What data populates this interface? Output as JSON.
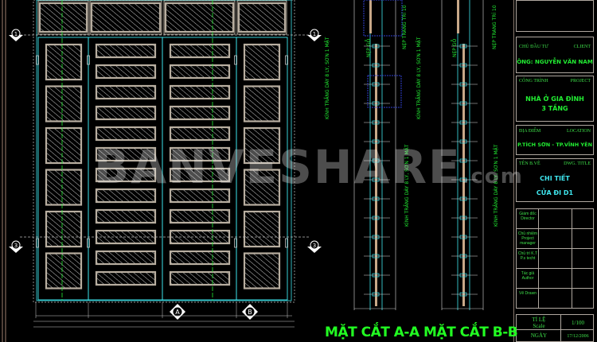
{
  "title_block": {
    "client_label_vn": "CHỦ ĐẦU TƯ",
    "client_label_en": "CLIENT",
    "client_value": "ÔNG: NGUYỄN VĂN NAM",
    "project_label_vn": "CÔNG TRÌNH",
    "project_label_en": "PROJECT",
    "project_value_line1": "NHÀ Ở GIA ĐÌNH",
    "project_value_line2": "3 TẦNG",
    "location_label_vn": "ĐỊA ĐIỂM",
    "location_label_en": "LOCATION",
    "location_value": "P.TÍCH SƠN - TP.VĨNH YÊN",
    "title_label_vn": "TÊN B.VẼ",
    "title_label_en": "DWG. TITLE",
    "title_value_line1": "CHI TIẾT",
    "title_value_line2": "CỬA ĐI D1",
    "signatures": [
      "Giám đốc Director",
      "Chủ nhiệm Project manager",
      "Chủ trì K.T P.s techt",
      "Tác giả Author",
      "Vẽ Drawn"
    ],
    "scale_label_vn": "TỈ LỆ",
    "scale_label_en": "Scale",
    "scale_value": "1/100",
    "date_label_vn": "NGÀY",
    "date_value": "17/12/2006"
  },
  "elevation": {
    "axis_markers": [
      "1",
      "1",
      "3",
      "3"
    ],
    "section_markers": [
      "A",
      "B"
    ]
  },
  "sections": {
    "a_title": "MẶT CẮT A-A",
    "b_title": "MẶT CẮT B-B",
    "notes": [
      "KÍNH TRẮNG DÀY 8 LY, SƠN 1 MẶT",
      "NẸP TRANG TRÍ 10",
      "NẸP GỖ"
    ]
  },
  "watermark": "BANVESHARE",
  "watermark_suffix": ".com",
  "colors": {
    "background": "#000000",
    "frame": "#b8aea0",
    "accent_green": "#22ee33",
    "cyan": "#3fe6ee"
  }
}
